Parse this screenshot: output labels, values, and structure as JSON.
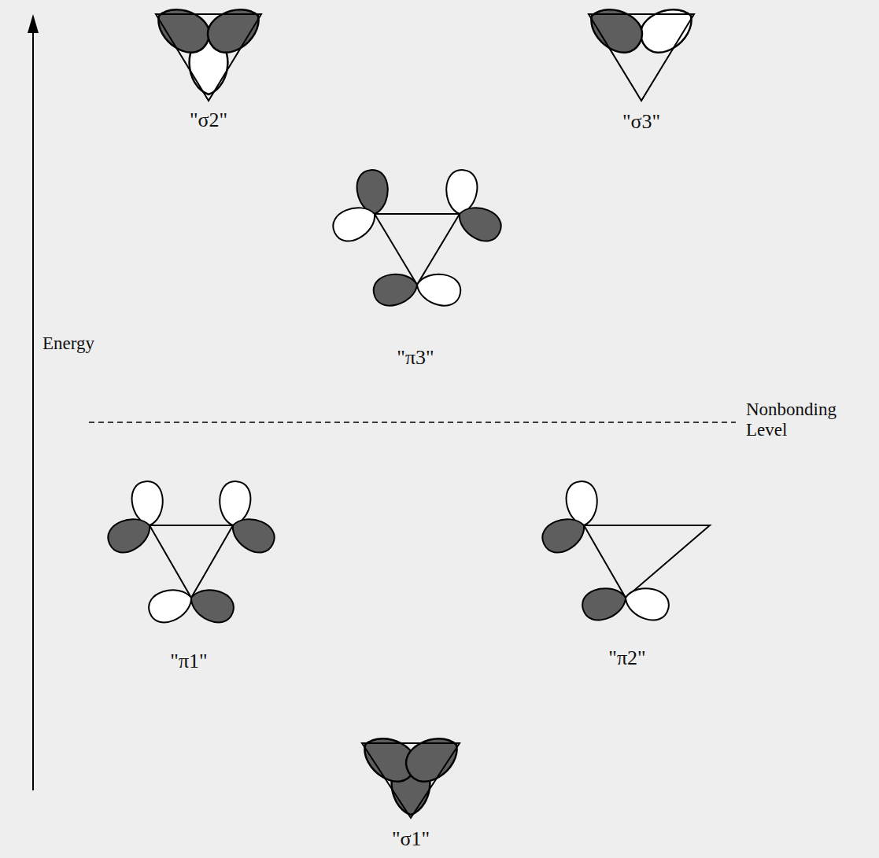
{
  "diagram": {
    "labels": [
      "\"σ2\"",
      "\"σ3\"",
      "\"π3\"",
      "Energy",
      "Nonbonding Level",
      "\"π1\"",
      "\"π2\"",
      "\"σ1\""
    ]
  }
}
